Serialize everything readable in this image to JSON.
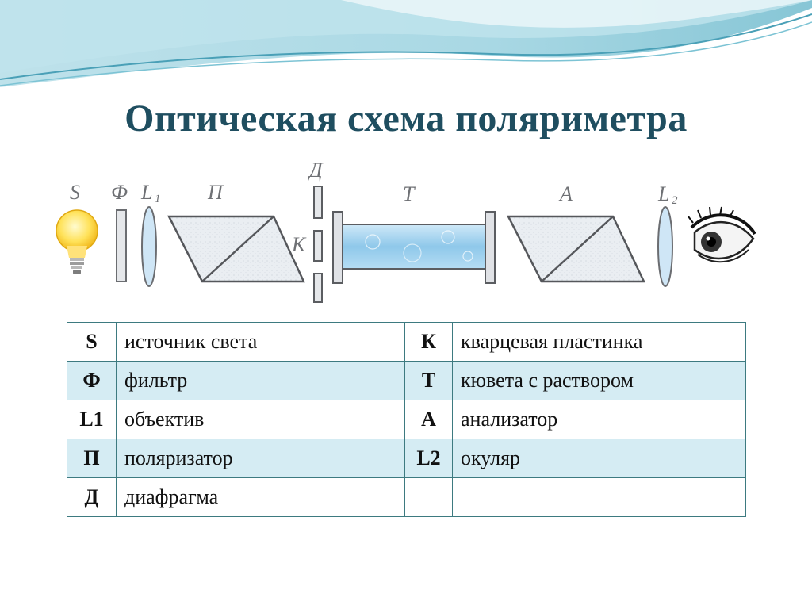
{
  "title": "Оптическая схема поляриметра",
  "diagram": {
    "labels": {
      "S": "S",
      "F": "Ф",
      "L1": "L",
      "L1_sub": "1",
      "P": "П",
      "D": "Д",
      "K": "К",
      "T": "Т",
      "A": "А",
      "L2": "L",
      "L2_sub": "2"
    }
  },
  "legend": {
    "rows": [
      {
        "sym1": "S",
        "desc1": "источник света",
        "sym2": "К",
        "desc2": "кварцевая пластинка"
      },
      {
        "sym1": "Ф",
        "desc1": "фильтр",
        "sym2": "Т",
        "desc2": "кювета с раствором"
      },
      {
        "sym1": "L1",
        "desc1": "объектив",
        "sym2": "А",
        "desc2": "анализатор"
      },
      {
        "sym1": "П",
        "desc1": "поляризатор",
        "sym2": "L2",
        "desc2": "окуляр"
      },
      {
        "sym1": "Д",
        "desc1": "диафрагма",
        "sym2": "",
        "desc2": ""
      }
    ]
  },
  "colors": {
    "title": "#1f4e60",
    "table_border": "#3d7a80",
    "row_highlight": "#d5ecf3",
    "wave": "#5fb3c8"
  }
}
